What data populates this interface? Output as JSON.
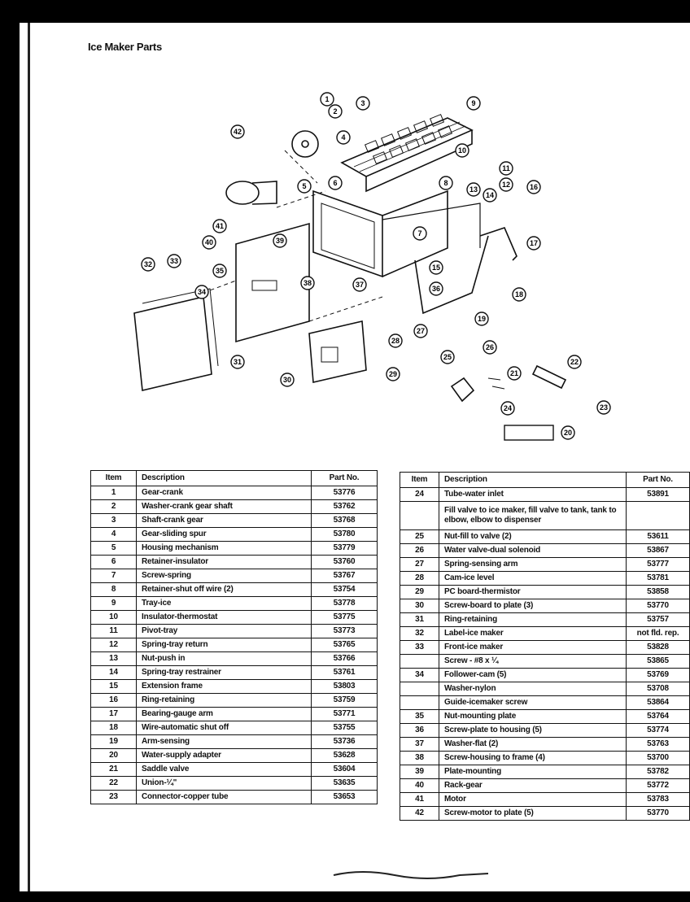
{
  "title": "Ice Maker Parts",
  "diagram": {
    "callouts": [
      "1",
      "2",
      "3",
      "4",
      "5",
      "6",
      "7",
      "8",
      "9",
      "10",
      "11",
      "12",
      "13",
      "14",
      "15",
      "16",
      "17",
      "18",
      "19",
      "20",
      "21",
      "22",
      "23",
      "24",
      "25",
      "26",
      "27",
      "28",
      "29",
      "30",
      "31",
      "32",
      "33",
      "34",
      "35",
      "36",
      "37",
      "38",
      "39",
      "40",
      "41",
      "42"
    ]
  },
  "table_left": {
    "headers": [
      "Item",
      "Description",
      "Part No."
    ],
    "rows": [
      [
        "1",
        "Gear-crank",
        "53776"
      ],
      [
        "2",
        "Washer-crank gear shaft",
        "53762"
      ],
      [
        "3",
        "Shaft-crank gear",
        "53768"
      ],
      [
        "4",
        "Gear-sliding spur",
        "53780"
      ],
      [
        "5",
        "Housing mechanism",
        "53779"
      ],
      [
        "6",
        "Retainer-insulator",
        "53760"
      ],
      [
        "7",
        "Screw-spring",
        "53767"
      ],
      [
        "8",
        "Retainer-shut off wire (2)",
        "53754"
      ],
      [
        "9",
        "Tray-ice",
        "53778"
      ],
      [
        "10",
        "Insulator-thermostat",
        "53775"
      ],
      [
        "11",
        "Pivot-tray",
        "53773"
      ],
      [
        "12",
        "Spring-tray return",
        "53765"
      ],
      [
        "13",
        "Nut-push in",
        "53766"
      ],
      [
        "14",
        "Spring-tray restrainer",
        "53761"
      ],
      [
        "15",
        "Extension frame",
        "53803"
      ],
      [
        "16",
        "Ring-retaining",
        "53759"
      ],
      [
        "17",
        "Bearing-gauge arm",
        "53771"
      ],
      [
        "18",
        "Wire-automatic shut off",
        "53755"
      ],
      [
        "19",
        "Arm-sensing",
        "53736"
      ],
      [
        "20",
        "Water-supply adapter",
        "53628"
      ],
      [
        "21",
        "Saddle valve",
        "53604"
      ],
      [
        "22",
        "Union-¼\"",
        "53635"
      ],
      [
        "23",
        "Connector-copper tube",
        "53653"
      ]
    ]
  },
  "table_right": {
    "headers": [
      "Item",
      "Description",
      "Part No."
    ],
    "rows": [
      [
        "24",
        "Tube-water inlet",
        "53891"
      ],
      [
        "",
        "Fill valve to ice maker, fill valve to tank, tank to elbow, elbow to dispenser",
        ""
      ],
      [
        "25",
        "Nut-fill to valve (2)",
        "53611"
      ],
      [
        "26",
        "Water valve-dual solenoid",
        "53867"
      ],
      [
        "27",
        "Spring-sensing arm",
        "53777"
      ],
      [
        "28",
        "Cam-ice level",
        "53781"
      ],
      [
        "29",
        "PC board-thermistor",
        "53858"
      ],
      [
        "30",
        "Screw-board to plate (3)",
        "53770"
      ],
      [
        "31",
        "Ring-retaining",
        "53757"
      ],
      [
        "32",
        "Label-ice maker",
        "not fld. rep."
      ],
      [
        "33",
        "Front-ice maker",
        "53828"
      ],
      [
        "",
        "Screw - #8 x ¼",
        "53865"
      ],
      [
        "34",
        "Follower-cam (5)",
        "53769"
      ],
      [
        "",
        "Washer-nylon",
        "53708"
      ],
      [
        "",
        "Guide-icemaker screw",
        "53864"
      ],
      [
        "35",
        "Nut-mounting plate",
        "53764"
      ],
      [
        "36",
        "Screw-plate to housing (5)",
        "53774"
      ],
      [
        "37",
        "Washer-flat (2)",
        "53763"
      ],
      [
        "38",
        "Screw-housing to frame (4)",
        "53700"
      ],
      [
        "39",
        "Plate-mounting",
        "53782"
      ],
      [
        "40",
        "Rack-gear",
        "53772"
      ],
      [
        "41",
        "Motor",
        "53783"
      ],
      [
        "42",
        "Screw-motor to plate (5)",
        "53770"
      ]
    ]
  }
}
